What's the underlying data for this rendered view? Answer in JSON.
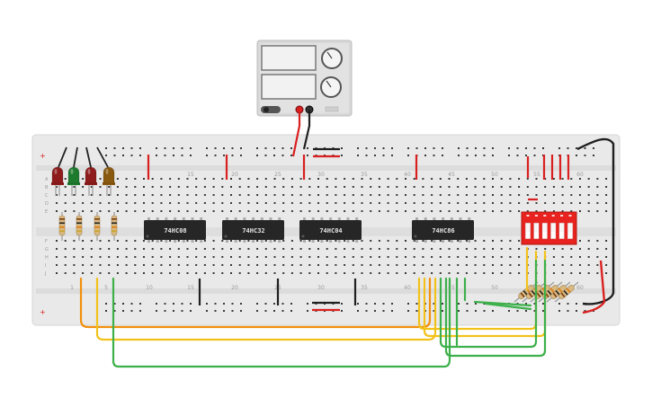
{
  "breadboard": {
    "top_column_numbers": [
      "15",
      "20",
      "25",
      "30",
      "35",
      "40",
      "45",
      "50",
      "55",
      "60"
    ],
    "bottom_column_numbers": [
      "1",
      "5",
      "10",
      "15",
      "20",
      "25",
      "30",
      "35",
      "40",
      "45",
      "50",
      "55",
      "60"
    ],
    "row_letters_top": [
      "A",
      "B",
      "C",
      "D",
      "E"
    ],
    "row_letters_bottom": [
      "F",
      "G",
      "H",
      "I",
      "J"
    ],
    "rail_plus": "+",
    "rail_minus": "−"
  },
  "chips": [
    {
      "label": "74HC08"
    },
    {
      "label": "74HC32"
    },
    {
      "label": "74HC04"
    },
    {
      "label": "74HC86"
    }
  ],
  "leds": [
    {
      "color": "#8e1c1c"
    },
    {
      "color": "#1e7a2c"
    },
    {
      "color": "#8e1c1c"
    },
    {
      "color": "#8a5a10"
    }
  ],
  "dip_switch": {
    "count": 6,
    "color": "#e8231f"
  },
  "power_supply": {
    "knob_count": 2,
    "display_count": 2
  },
  "colors": {
    "board": "#e9e9e9",
    "board_border": "#d9d9d9",
    "hole": "#3a3a3a",
    "wire_red": "#d92020",
    "wire_black": "#202020",
    "wire_green": "#3db04b",
    "wire_yellow": "#f2c21b",
    "wire_orange": "#f0900e"
  }
}
